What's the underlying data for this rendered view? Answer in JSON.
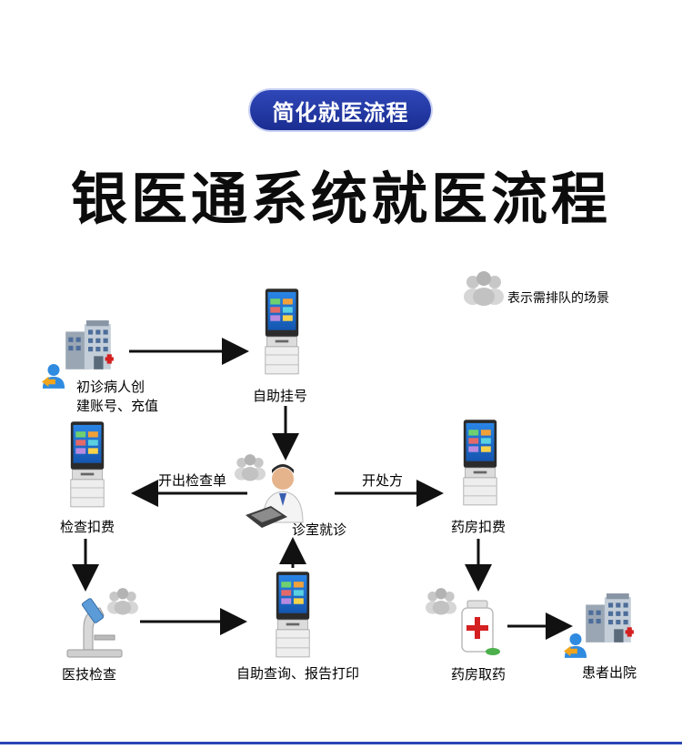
{
  "header": {
    "badge": "简化就医流程",
    "title": "银医通系统就医流程"
  },
  "legend": {
    "icon": "crowd-icon",
    "text": "表示需排队的场景"
  },
  "nodes": {
    "register": {
      "line1": "初诊病人创",
      "line2": "建账号、充值",
      "icon": "hospital-building-icon"
    },
    "self_register": {
      "label": "自助挂号",
      "icon": "kiosk-icon"
    },
    "exam_pay": {
      "label": "检查扣费",
      "icon": "kiosk-icon"
    },
    "consultation": {
      "label": "诊室就诊",
      "icon": "doctor-icon"
    },
    "pharmacy_pay": {
      "label": "药房扣费",
      "icon": "kiosk-icon"
    },
    "lab_exam": {
      "label": "医技检查",
      "icon": "microscope-icon"
    },
    "self_query": {
      "label": "自助查询、报告打印",
      "icon": "kiosk-icon"
    },
    "pharmacy_pickup": {
      "label": "药房取药",
      "icon": "medicine-bottle-icon"
    },
    "discharge": {
      "label": "患者出院",
      "icon": "hospital-building-icon"
    }
  },
  "edges": {
    "issue_exam": "开出检查单",
    "prescribe": "开处方"
  },
  "colors": {
    "accent": "#1f3399",
    "kiosk_screen": "#1a6fd1",
    "arrow": "#111111",
    "medicine": "#d42020"
  }
}
